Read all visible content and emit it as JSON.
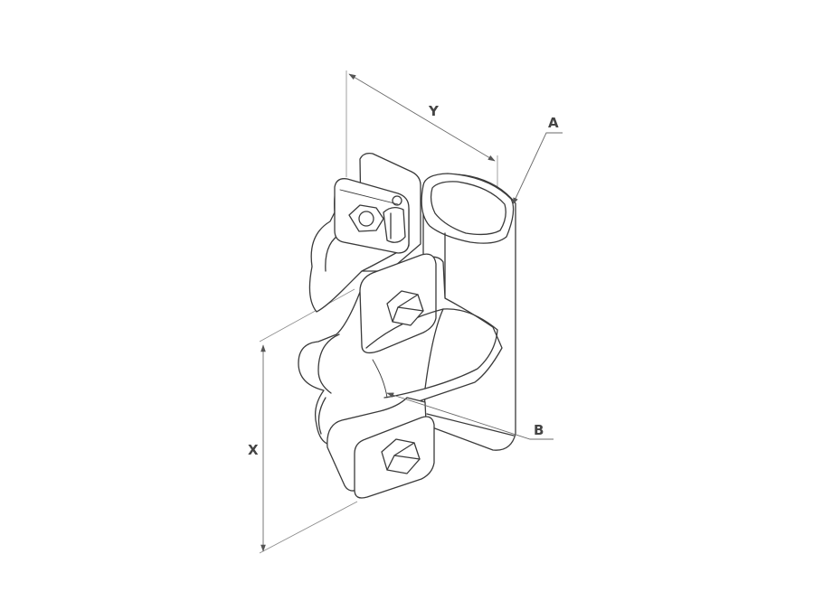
{
  "labels": {
    "a": "A",
    "b": "B",
    "x": "X",
    "y": "Y"
  },
  "colors": {
    "line": "#3a3a3a",
    "text": "#444444",
    "background": "#ffffff"
  }
}
